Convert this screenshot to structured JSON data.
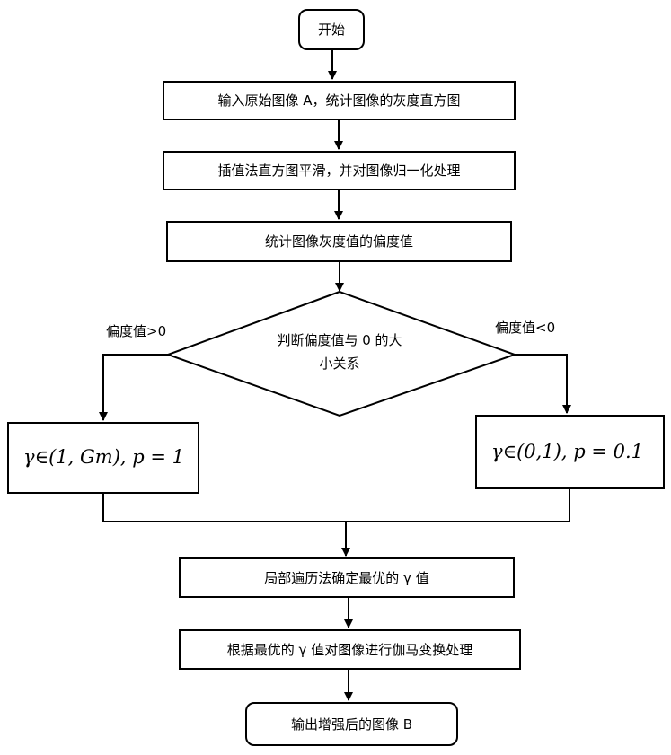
{
  "nodes": {
    "start": "开始",
    "input": "输入原始图像 A，统计图像的灰度直方图",
    "smooth": "插值法直方图平滑，并对图像归一化处理",
    "skew": "统计图像灰度值的偏度值",
    "decision_line1": "判断偏度值与 0 的大",
    "decision_line2": "小关系",
    "left_branch": "γ∈(1, Gm), p = 1",
    "right_branch": "γ∈(0,1), p = 0.1",
    "search": "局部遍历法确定最优的 γ 值",
    "gamma": "根据最优的 γ 值对图像进行伽马变换处理",
    "output": "输出增强后的图像 B"
  },
  "edge_labels": {
    "left": "偏度值>0",
    "right": "偏度值<0"
  }
}
